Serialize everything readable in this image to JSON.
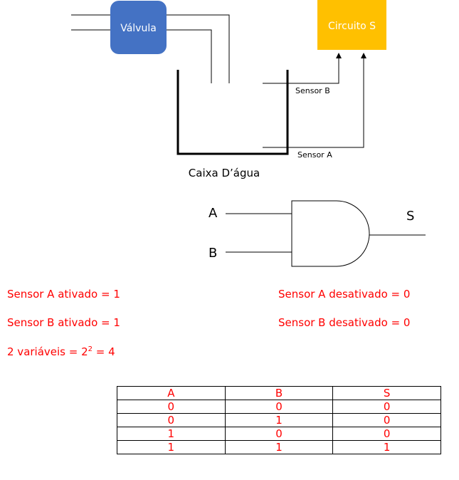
{
  "diagram": {
    "valve_label": "Válvula",
    "circuit_label": "Circuito S",
    "sensor_b_label": "Sensor B",
    "sensor_a_label": "Sensor A",
    "tank_label": "Caixa D’água",
    "colors": {
      "valve": "#4472c4",
      "circuit": "#ffc000",
      "text_on_valve": "#ffffff"
    }
  },
  "gate": {
    "input_a": "A",
    "input_b": "B",
    "output": "S",
    "type": "AND"
  },
  "notes": {
    "sensor_a_on": "Sensor A ativado = 1",
    "sensor_a_off": "Sensor A desativado = 0",
    "sensor_b_on": "Sensor B ativado = 1",
    "sensor_b_off": "Sensor B desativado = 0",
    "variables_prefix": "2 variáveis = 2",
    "variables_exp": "2",
    "variables_suffix": " = 4",
    "color": "#ff0000"
  },
  "truth_table": {
    "headers": [
      "A",
      "B",
      "S"
    ],
    "rows": [
      [
        "0",
        "0",
        "0"
      ],
      [
        "0",
        "1",
        "0"
      ],
      [
        "1",
        "0",
        "0"
      ],
      [
        "1",
        "1",
        "1"
      ]
    ]
  }
}
